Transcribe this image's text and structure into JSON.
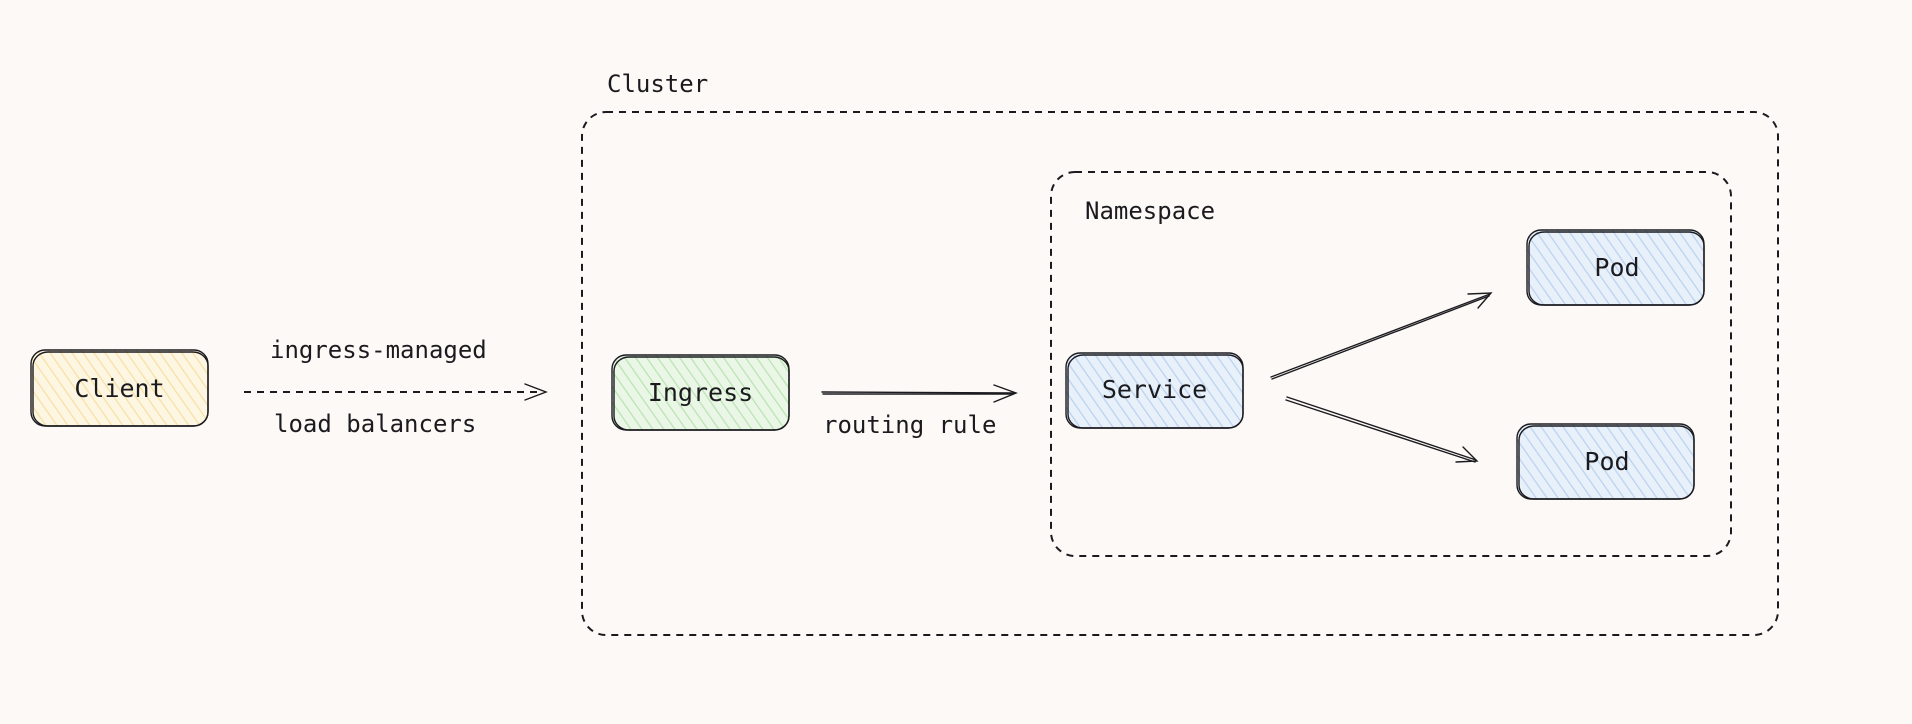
{
  "groups": {
    "cluster": "Cluster",
    "namespace": "Namespace"
  },
  "nodes": {
    "client": "Client",
    "ingress": "Ingress",
    "service": "Service",
    "pod_top": "Pod",
    "pod_bottom": "Pod"
  },
  "edges": {
    "client_to_ingress_line1": "ingress-managed",
    "client_to_ingress_line2": "load balancers",
    "ingress_to_service": "routing rule"
  },
  "colors": {
    "background": "#fcf9f6",
    "client_fill": "#fdf3d8",
    "ingress_fill": "#dcf2d9",
    "service_fill": "#dae7f7",
    "pod_fill": "#dae7f7",
    "stroke": "#1b1b1f"
  }
}
